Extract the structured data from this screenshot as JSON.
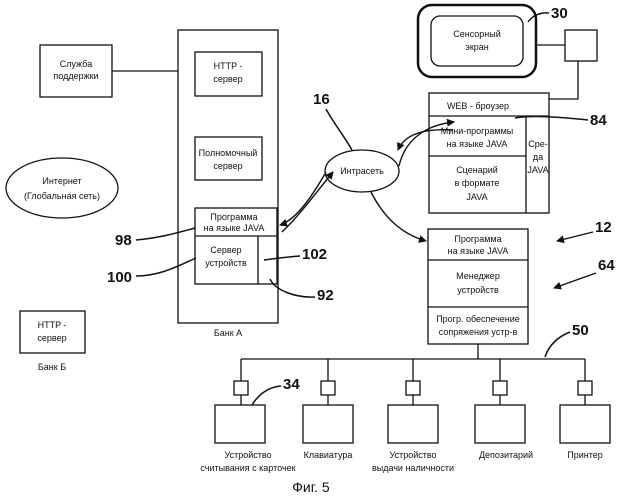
{
  "labels": {
    "support": [
      "Служба",
      "поддержки"
    ],
    "http_a": [
      "HTTP -",
      "сервер"
    ],
    "fullserver": [
      "Полномочный",
      "сервер"
    ],
    "java_a": [
      "Программа",
      "на языке JAVA"
    ],
    "devsrv": [
      "Сервер",
      "устройств"
    ],
    "bank_a": "Банк А",
    "internet": [
      "Интернет",
      "(Глобальная сеть)"
    ],
    "http_b": [
      "HTTP -",
      "сервер"
    ],
    "bank_b": "Банк Б",
    "intranet": "Интрасеть",
    "touch": [
      "Сенсорный",
      "экран"
    ],
    "browser": "WEB - броузер",
    "applets": [
      "Мини-программы",
      "на языке JAVA"
    ],
    "script": [
      "Сценарий",
      "в формате",
      "JAVA"
    ],
    "env": [
      "Сре-",
      "да",
      "JAVA"
    ],
    "java_b": [
      "Программа",
      "на языке JAVA"
    ],
    "devmgr": [
      "Менеджер",
      "устройств"
    ],
    "iface": [
      "Прогр. обеспечение",
      "сопряжения устр-в"
    ],
    "card": [
      "Устройство",
      "считывания с карточек"
    ],
    "keyboard": "Клавиатура",
    "cash": [
      "Устройство",
      "выдачи наличности"
    ],
    "depo": "Депозитарий",
    "printer": "Принтер"
  },
  "refs": {
    "r30": "30",
    "r84": "84",
    "r16": "16",
    "r12": "12",
    "r64": "64",
    "r98": "98",
    "r102": "102",
    "r100": "100",
    "r92": "92",
    "r50": "50",
    "r34": "34"
  },
  "caption": "Фиг. 5"
}
